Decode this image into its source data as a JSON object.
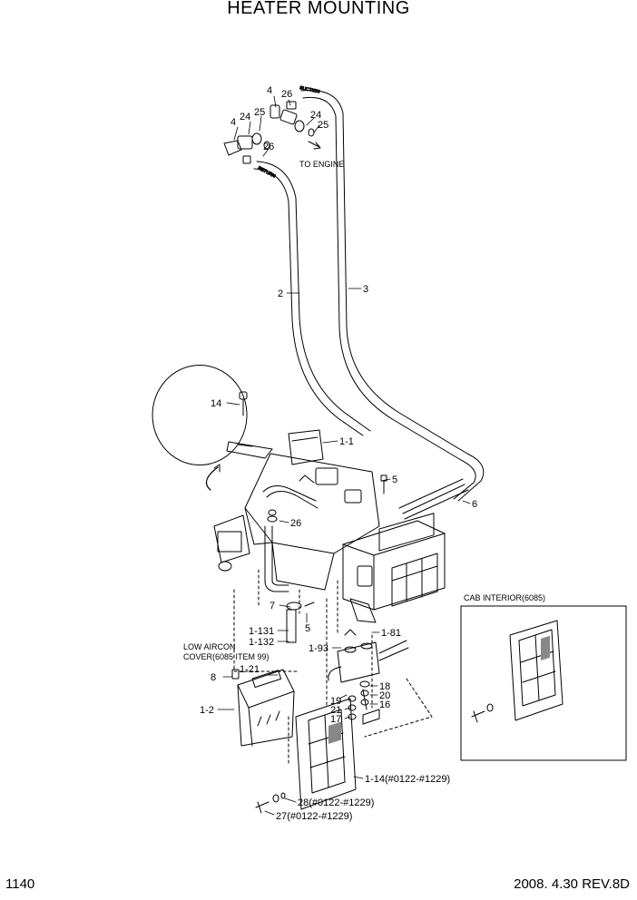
{
  "title": "HEATER MOUNTING",
  "page_number": "1140",
  "revision": "2008. 4.30  REV.8D",
  "annotations": {
    "to_engine": "TO ENGINE",
    "low_aircon_line1": "LOW AIRCON",
    "low_aircon_line2": "COVER(6085 ITEM 99)",
    "cab_interior": "CAB INTERIOR(6085)"
  },
  "callouts": [
    {
      "id": "c4a",
      "text": "4"
    },
    {
      "id": "c26a",
      "text": "26"
    },
    {
      "id": "c24a",
      "text": "24"
    },
    {
      "id": "c25a",
      "text": "25"
    },
    {
      "id": "c4b",
      "text": "4"
    },
    {
      "id": "c24b",
      "text": "24"
    },
    {
      "id": "c25b",
      "text": "25"
    },
    {
      "id": "c26b",
      "text": "26"
    },
    {
      "id": "c2",
      "text": "2"
    },
    {
      "id": "c3",
      "text": "3"
    },
    {
      "id": "c14",
      "text": "14"
    },
    {
      "id": "c1-1",
      "text": "1-1"
    },
    {
      "id": "c5a",
      "text": "5"
    },
    {
      "id": "c6",
      "text": "6"
    },
    {
      "id": "c26c",
      "text": "26"
    },
    {
      "id": "c7",
      "text": "7"
    },
    {
      "id": "c1-131",
      "text": "1-131"
    },
    {
      "id": "c1-132",
      "text": "1-132"
    },
    {
      "id": "c5b",
      "text": "5"
    },
    {
      "id": "c1-81",
      "text": "1-81"
    },
    {
      "id": "c1-93",
      "text": "1-93"
    },
    {
      "id": "c1-21",
      "text": "1-21"
    },
    {
      "id": "c8",
      "text": "8"
    },
    {
      "id": "c1-2",
      "text": "1-2"
    },
    {
      "id": "c18",
      "text": "18"
    },
    {
      "id": "c20",
      "text": "20"
    },
    {
      "id": "c16",
      "text": "16"
    },
    {
      "id": "c19",
      "text": "19"
    },
    {
      "id": "c21",
      "text": "21"
    },
    {
      "id": "c17",
      "text": "17"
    },
    {
      "id": "c1-14",
      "text": "1-14(#0122-#1229)"
    },
    {
      "id": "c28",
      "text": "28(#0122-#1229)"
    },
    {
      "id": "c27",
      "text": "27(#0122-#1229)"
    }
  ]
}
